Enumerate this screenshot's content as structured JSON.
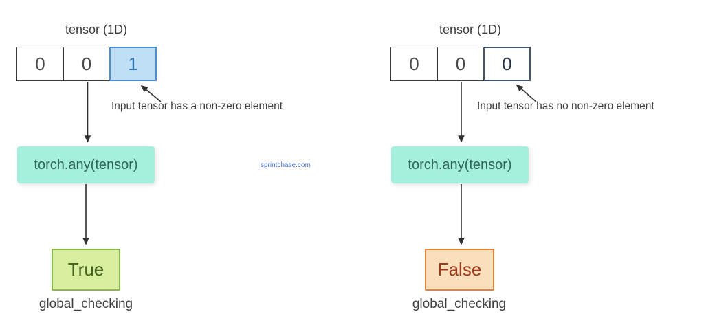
{
  "watermark": {
    "text": "sprintchase.com",
    "color": "#4a72d9"
  },
  "colors": {
    "highlight_cell_fill": "#bfdff4",
    "highlight_cell_border": "#4a8fd3",
    "highlight_cell_text": "#2e74b5",
    "outline_cell_border": "#44546a",
    "outline_cell_text": "#26334d",
    "function_box_fill": "#a5f0dd",
    "function_box_text": "#2f6457",
    "true_box_fill": "#d9efa0",
    "true_box_border": "#8ab84f",
    "true_box_text": "#44631f",
    "false_box_fill": "#fadfbd",
    "false_box_border": "#e5833c",
    "false_box_text": "#a03a1d",
    "arrow_color": "#303030"
  },
  "diagrams": [
    {
      "title": "tensor (1D)",
      "cells": [
        "0",
        "0",
        "1"
      ],
      "highlighted_cell_index": 2,
      "highlight_kind": "blue-filled",
      "annotation": "Input tensor has a non-zero element",
      "function_label": "torch.any(tensor)",
      "result": "True",
      "caption": "global_checking"
    },
    {
      "title": "tensor (1D)",
      "cells": [
        "0",
        "0",
        "0"
      ],
      "highlighted_cell_index": 2,
      "highlight_kind": "navy-outline",
      "annotation": "Input tensor has no non-zero element",
      "function_label": "torch.any(tensor)",
      "result": "False",
      "caption": "global_checking"
    }
  ]
}
